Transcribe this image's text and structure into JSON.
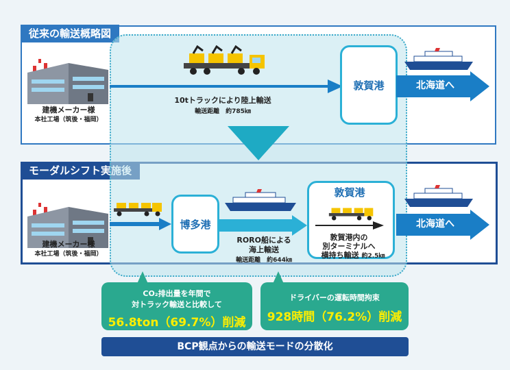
{
  "top": {
    "title": "従来の輸送概略図",
    "factory_label": "建機メーカー様",
    "factory_sub": "本社工場（筑後・福岡）",
    "truck_route": "10tトラックにより陸上輸送",
    "distance": "輸送距離　約785㎞",
    "port": "敦賀港",
    "destination": "北海道へ"
  },
  "bottom": {
    "title": "モーダルシフト実施後",
    "factory_label": "建機メーカー様",
    "factory_sub": "本社工場（筑後・福岡）",
    "port1": "博多港",
    "ship_route_1": "RORO船による",
    "ship_route_2": "海上輸送",
    "ship_distance": "輸送距離　約644㎞",
    "port2": "敦賀港",
    "transfer_1": "敦賀港内の",
    "transfer_2": "別ターミナルへ",
    "transfer_3": "横持ち輸送",
    "transfer_dist": "約2.5㎞",
    "destination": "北海道へ"
  },
  "callouts": {
    "co2_line1": "CO₂排出量を年間で",
    "co2_line2": "対トラック輸送と比較して",
    "co2_value": "56.8ton（69.7%）削減",
    "driver_line1": "ドライバーの運転時間拘束",
    "driver_value": "928時間（76.2%）削減"
  },
  "footer": "BCP観点からの輸送モードの分散化",
  "colors": {
    "navy": "#1f4e95",
    "teal": "#2aa98f",
    "cyan": "#2bb0d6",
    "arrow": "#1a7ec6",
    "yellow": "#ffee00"
  }
}
